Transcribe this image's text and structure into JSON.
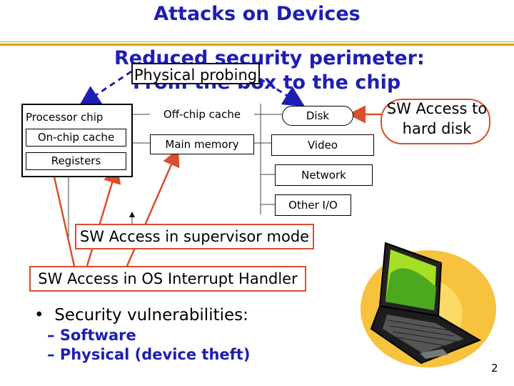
{
  "title": "Attacks on Devices",
  "perimeter": {
    "line1": "Reduced security perimeter:",
    "line2": "From the box to the chip"
  },
  "callouts": {
    "physical_probing": "Physical probing",
    "hard_disk": "SW Access to hard disk",
    "supervisor": "SW Access in supervisor mode",
    "interrupt": "SW Access in OS Interrupt Handler"
  },
  "processor": {
    "label": "Processor chip",
    "on_chip_cache": "On-chip cache",
    "registers": "Registers"
  },
  "memory": {
    "off_chip_cache": "Off-chip cache",
    "main_memory": "Main memory"
  },
  "io": {
    "disk": "Disk",
    "video": "Video",
    "network": "Network",
    "other": "Other I/O"
  },
  "bullets": {
    "main": "Security vulnerabilities:",
    "subs": [
      "Software",
      "Physical (device theft)"
    ]
  },
  "page_number": "2",
  "colors": {
    "title_blue": "#1e1eb4",
    "accent_gold": "#d7a300",
    "callout_red": "#d94f2a"
  },
  "icons": [
    "laptop-icon"
  ]
}
